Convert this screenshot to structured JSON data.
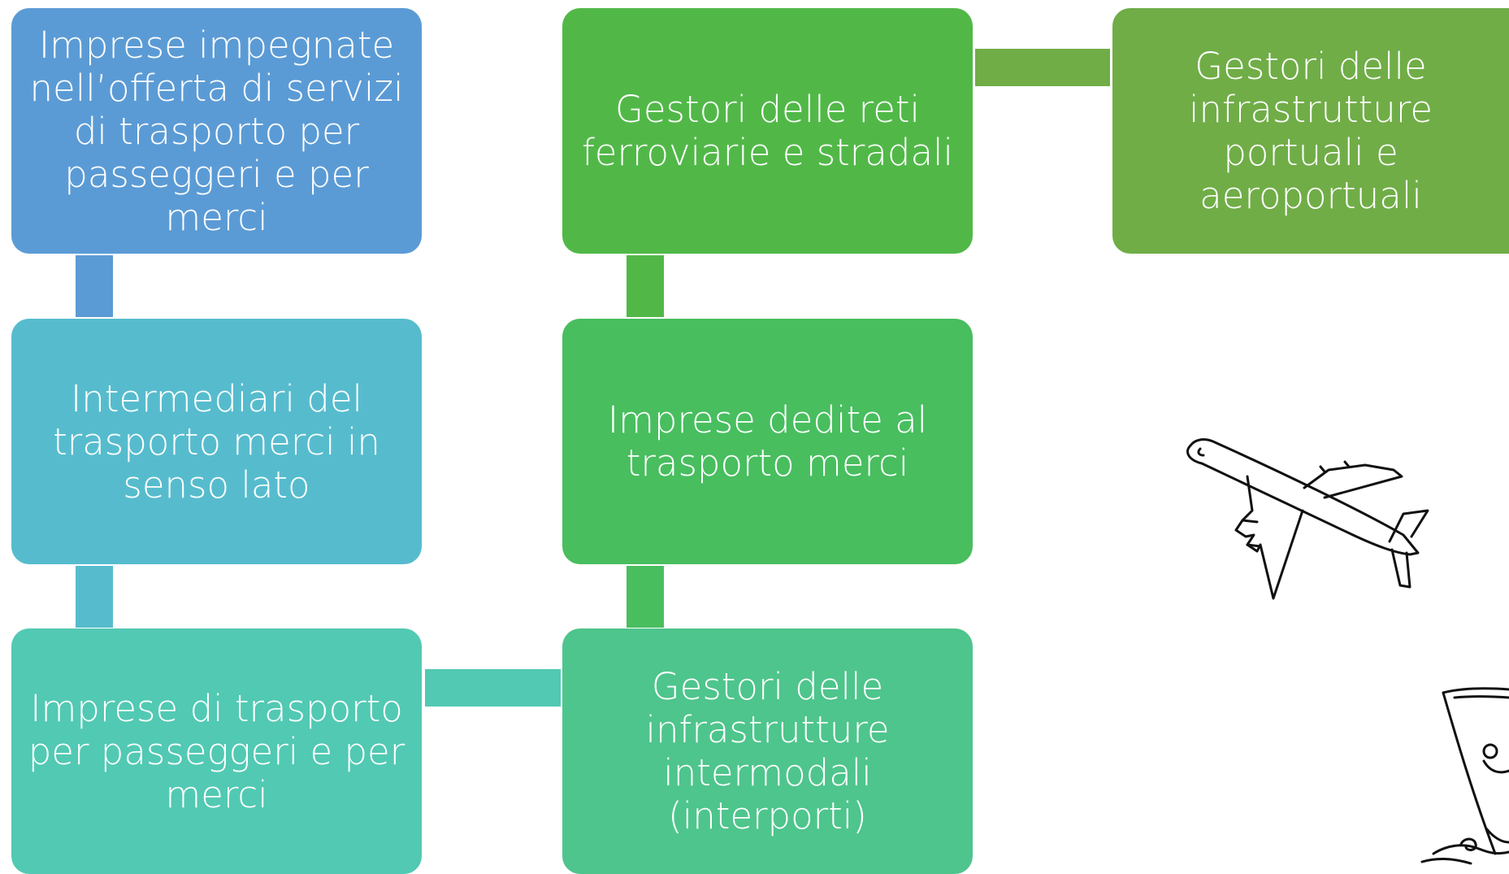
{
  "boxes": {
    "imprese_offerta": "Imprese impegnate nell’offerta di servizi di trasporto per passeggeri e per merci",
    "intermediari": "Intermediari del trasporto merci in senso lato",
    "imprese_trasporto": "Imprese di trasporto per passeggeri e per merci",
    "gestori_reti": "Gestori delle reti ferroviarie e stradali",
    "imprese_merci": "Imprese dedite al trasporto merci",
    "gestori_intermodali": "Gestori delle infrastrutture intermodali (interporti)",
    "gestori_portuali": "Gestori delle infrastrutture portuali e aeroportuali"
  },
  "colors": {
    "box1": "#5b9bd5",
    "box2": "#56bccd",
    "box3": "#52c9b3",
    "box4": "#51b848",
    "box5": "#48be5f",
    "box6": "#4ec58c",
    "box7": "#70ad47"
  },
  "icons": [
    "airplane-icon",
    "ship-icon"
  ]
}
